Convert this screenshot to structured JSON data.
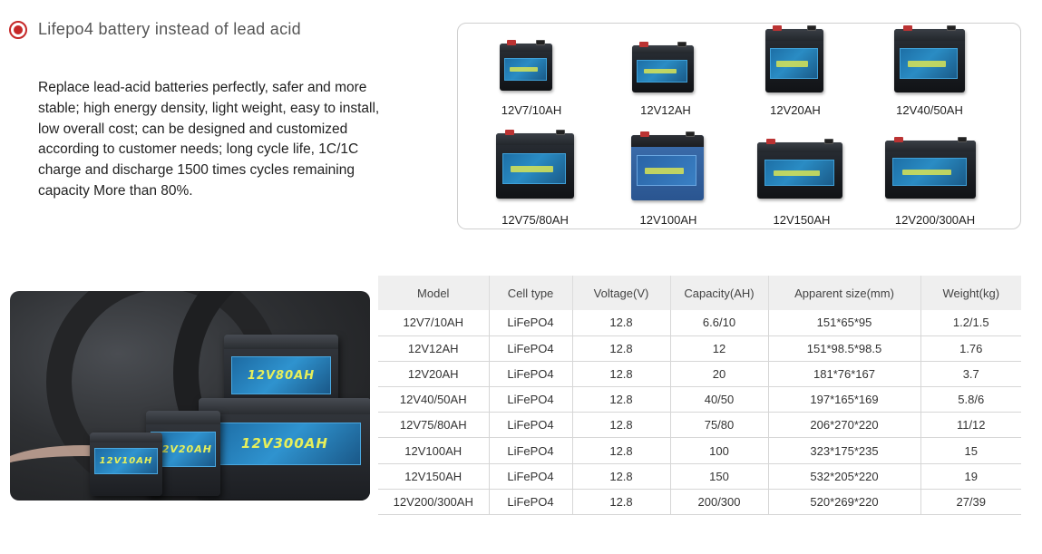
{
  "heading": {
    "bullet_icon": "record-bullet-icon",
    "text": "Lifepo4 battery instead of lead acid",
    "accent_color": "#c62828"
  },
  "description": "Replace lead-acid batteries perfectly, safer and more stable; high energy density, light weight, easy to install, low overall cost; can be designed and customized according to customer needs; long cycle life, 1C/1C charge and discharge 1500 times cycles remaining capacity More than 80%.",
  "gallery": [
    {
      "label": "12V7/10AH"
    },
    {
      "label": "12V12AH"
    },
    {
      "label": "12V20AH"
    },
    {
      "label": "12V40/50AH"
    },
    {
      "label": "12V75/80AH"
    },
    {
      "label": "12V100AH"
    },
    {
      "label": "12V150AH"
    },
    {
      "label": "12V200/300AH"
    }
  ],
  "photo": {
    "labels": [
      "12V10AH",
      "12V20AH",
      "12V300AH",
      "12V80AH"
    ]
  },
  "table": {
    "headers": [
      "Model",
      "Cell type",
      "Voltage(V)",
      "Capacity(AH)",
      "Apparent size(mm)",
      "Weight(kg)"
    ],
    "rows": [
      [
        "12V7/10AH",
        "LiFePO4",
        "12.8",
        "6.6/10",
        "151*65*95",
        "1.2/1.5"
      ],
      [
        "12V12AH",
        "LiFePO4",
        "12.8",
        "12",
        "151*98.5*98.5",
        "1.76"
      ],
      [
        "12V20AH",
        "LiFePO4",
        "12.8",
        "20",
        "181*76*167",
        "3.7"
      ],
      [
        "12V40/50AH",
        "LiFePO4",
        "12.8",
        "40/50",
        "197*165*169",
        "5.8/6"
      ],
      [
        "12V75/80AH",
        "LiFePO4",
        "12.8",
        "75/80",
        "206*270*220",
        "11/12"
      ],
      [
        "12V100AH",
        "LiFePO4",
        "12.8",
        "100",
        "323*175*235",
        "15"
      ],
      [
        "12V150AH",
        "LiFePO4",
        "12.8",
        "150",
        "532*205*220",
        "19"
      ],
      [
        "12V200/300AH",
        "LiFePO4",
        "12.8",
        "200/300",
        "520*269*220",
        "27/39"
      ]
    ]
  }
}
